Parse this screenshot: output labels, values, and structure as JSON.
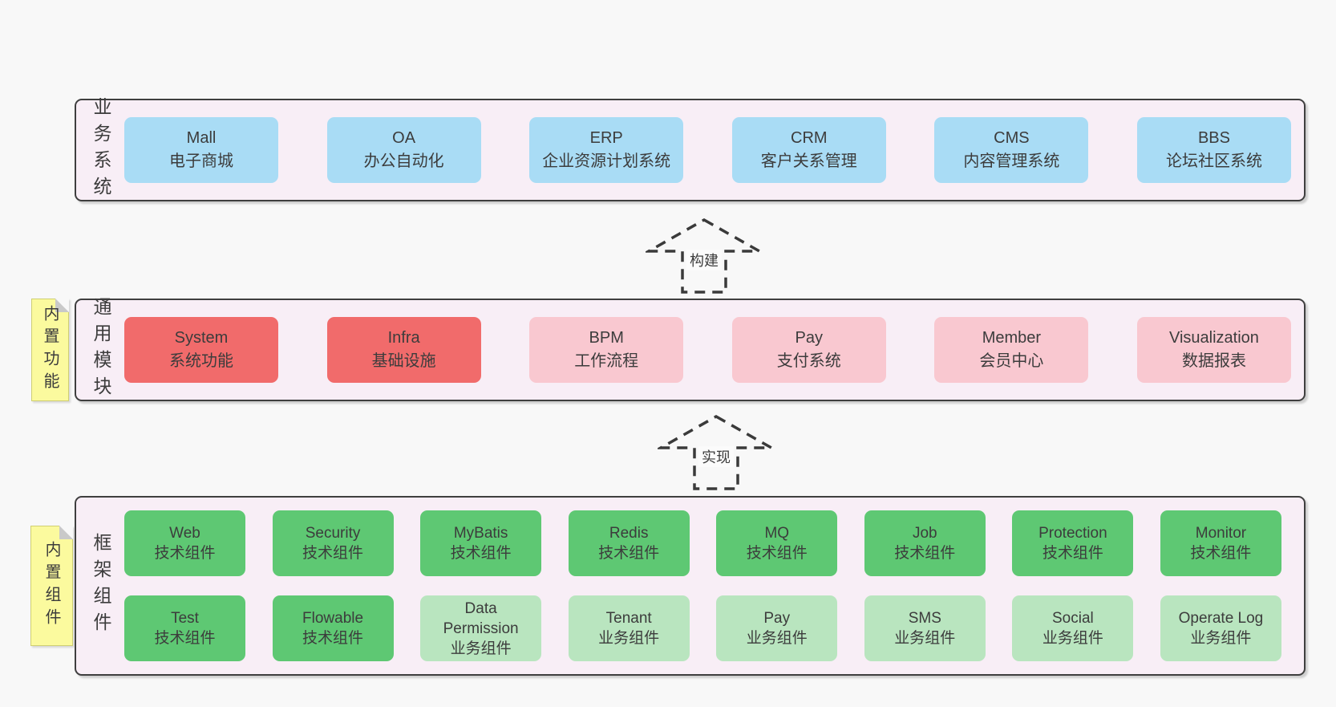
{
  "palette": {
    "page_bg": "#f8f8f8",
    "band_bg": "#f8eef6",
    "band_border": "#3f3f3f",
    "blue_box": "#a9dcf5",
    "red_box": "#f16b6b",
    "pink_box": "#f9c8d0",
    "green_box": "#5ec873",
    "green_light_box": "#b9e5bf",
    "note_bg": "#fbfa9e",
    "text": "#3c3c3c"
  },
  "bands": {
    "business": {
      "label": "业务系统",
      "boxes": [
        {
          "title": "Mall",
          "subtitle": "电子商城"
        },
        {
          "title": "OA",
          "subtitle": "办公自动化"
        },
        {
          "title": "ERP",
          "subtitle": "企业资源计划系统"
        },
        {
          "title": "CRM",
          "subtitle": "客户关系管理"
        },
        {
          "title": "CMS",
          "subtitle": "内容管理系统"
        },
        {
          "title": "BBS",
          "subtitle": "论坛社区系统"
        }
      ]
    },
    "common": {
      "label": "通用模块",
      "note": "内置功能",
      "boxes": [
        {
          "title": "System",
          "subtitle": "系统功能"
        },
        {
          "title": "Infra",
          "subtitle": "基础设施"
        },
        {
          "title": "BPM",
          "subtitle": "工作流程"
        },
        {
          "title": "Pay",
          "subtitle": "支付系统"
        },
        {
          "title": "Member",
          "subtitle": "会员中心"
        },
        {
          "title": "Visualization",
          "subtitle": "数据报表"
        }
      ]
    },
    "framework": {
      "label": "框架组件",
      "note": "内置组件",
      "row1": [
        {
          "title": "Web",
          "subtitle": "技术组件"
        },
        {
          "title": "Security",
          "subtitle": "技术组件"
        },
        {
          "title": "MyBatis",
          "subtitle": "技术组件"
        },
        {
          "title": "Redis",
          "subtitle": "技术组件"
        },
        {
          "title": "MQ",
          "subtitle": "技术组件"
        },
        {
          "title": "Job",
          "subtitle": "技术组件"
        },
        {
          "title": "Protection",
          "subtitle": "技术组件"
        },
        {
          "title": "Monitor",
          "subtitle": "技术组件"
        }
      ],
      "row2": [
        {
          "title": "Test",
          "subtitle": "技术组件"
        },
        {
          "title": "Flowable",
          "subtitle": "技术组件"
        },
        {
          "title": "Data Permission",
          "subtitle": "业务组件"
        },
        {
          "title": "Tenant",
          "subtitle": "业务组件"
        },
        {
          "title": "Pay",
          "subtitle": "业务组件"
        },
        {
          "title": "SMS",
          "subtitle": "业务组件"
        },
        {
          "title": "Social",
          "subtitle": "业务组件"
        },
        {
          "title": "Operate Log",
          "subtitle": "业务组件"
        }
      ]
    }
  },
  "arrows": {
    "build": {
      "label": "构建"
    },
    "implement": {
      "label": "实现"
    }
  }
}
